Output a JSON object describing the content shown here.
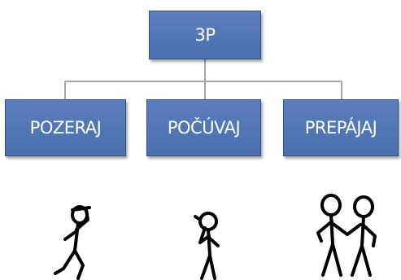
{
  "diagram": {
    "root": {
      "label": "3P"
    },
    "children": [
      {
        "label": "POZERAJ"
      },
      {
        "label": "POČÚVAJ"
      },
      {
        "label": "PREPÁJAJ"
      }
    ],
    "colors": {
      "box": "#4f74b3",
      "border": "#2f4f86",
      "line": "#9ea6b0",
      "text": "#ffffff"
    }
  }
}
